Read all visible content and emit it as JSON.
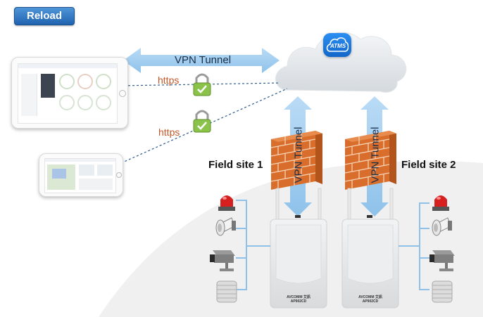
{
  "toolbar": {
    "reload_label": "Reload"
  },
  "diagram": {
    "cloud_app_label": "ATMS",
    "vpn_tunnel_top": "VPN Tunnel",
    "https_1": "https",
    "https_2": "https",
    "vpn_tunnel_site1": "VPN Tunnel",
    "vpn_tunnel_site2": "VPN Tunnel",
    "field_site_1": "Field site 1",
    "field_site_2": "Field site 2",
    "router_label_1": "AVCOMM 艾訊",
    "router_model_1": "AP902CD",
    "router_label_2": "AVCOMM 艾訊",
    "router_model_2": "AP902CD"
  },
  "colors": {
    "button": "#2a6fbf",
    "arrow": "#a8cff0",
    "https": "#c0582a",
    "lock": "#8bc34a",
    "firewall": "#d76a2a"
  },
  "icons": [
    "cloud-icon",
    "lock-icon",
    "firewall-icon",
    "router-icon",
    "alarm-light-icon",
    "megaphone-icon",
    "camera-icon",
    "sensor-icon",
    "tablet-icon"
  ]
}
